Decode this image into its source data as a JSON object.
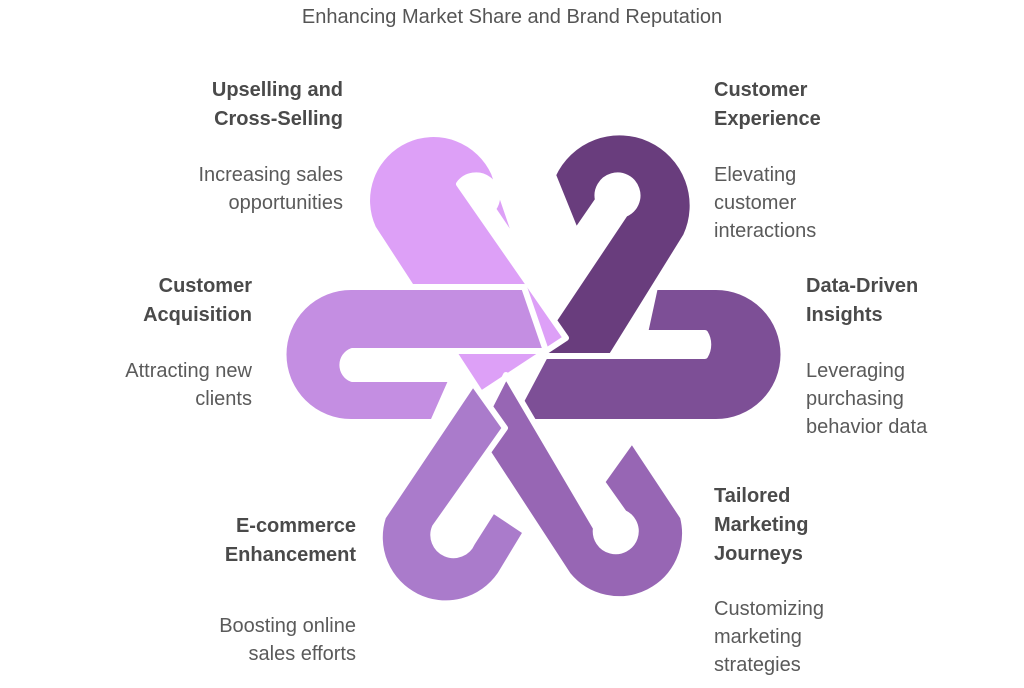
{
  "title": "Enhancing Market Share and Brand Reputation",
  "colors": {
    "upselling": "#dda0f7",
    "customer_experience": "#693d7d",
    "data_driven": "#7d4f96",
    "tailored": "#9766b4",
    "ecommerce": "#aa7bcb",
    "acquisition": "#c48ee2"
  },
  "items": [
    {
      "heading": "Upselling and\nCross-Selling",
      "desc": "Increasing sales\nopportunities"
    },
    {
      "heading": "Customer\nExperience",
      "desc": "Elevating\ncustomer\ninteractions"
    },
    {
      "heading": "Customer\nAcquisition",
      "desc": "Attracting new\nclients"
    },
    {
      "heading": "Data-Driven\nInsights",
      "desc": "Leveraging\npurchasing\nbehavior data"
    },
    {
      "heading": "E-commerce\nEnhancement",
      "desc": "Boosting online\nsales efforts"
    },
    {
      "heading": "Tailored\nMarketing\nJourneys",
      "desc": "Customizing\nmarketing\nstrategies"
    }
  ]
}
